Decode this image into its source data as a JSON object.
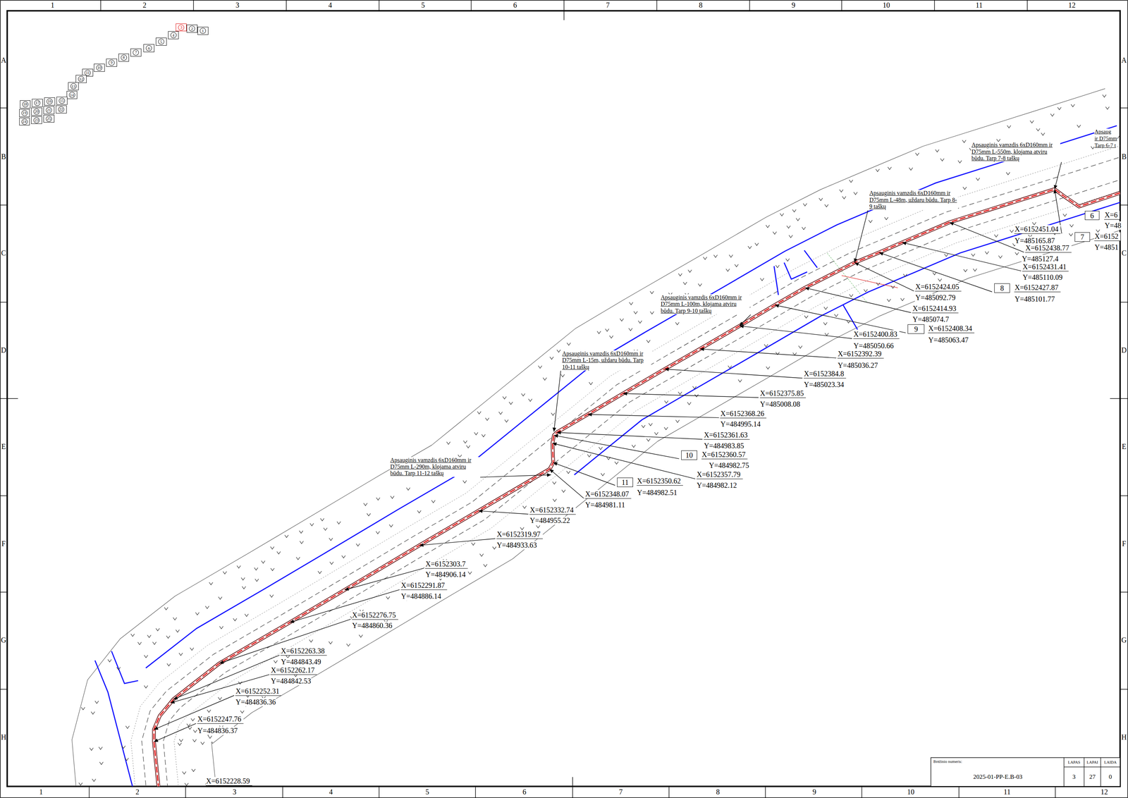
{
  "diagram": {
    "nodes": [
      {
        "text": [
          "1"
        ]
      },
      {
        "text": [
          "2"
        ]
      },
      {
        "text": [
          "3"
        ]
      },
      {
        "text": [
          "4"
        ]
      },
      {
        "text": [
          "5"
        ]
      },
      {
        "text": [
          "6"
        ]
      },
      {
        "text": [
          "7"
        ]
      },
      {
        "text": [
          "8"
        ]
      },
      {
        "text": [
          "9"
        ]
      },
      {
        "text": [
          "10"
        ]
      },
      {
        "text": [
          "11"
        ]
      },
      {
        "text": [
          "12"
        ]
      },
      {
        "text": [
          "13"
        ]
      },
      {
        "text": [
          "14"
        ]
      },
      {
        "text": [
          "15"
        ]
      },
      {
        "text": [
          "16"
        ]
      },
      {
        "text": [
          "17"
        ]
      },
      {
        "text": [
          "18"
        ]
      },
      {
        "text": [
          "19"
        ]
      },
      {
        "text": [
          "20"
        ]
      },
      {
        "text": [
          "21"
        ]
      },
      {
        "text": [
          "22"
        ]
      },
      {
        "text": [
          "23"
        ]
      },
      {
        "text": [
          "24"
        ]
      },
      {
        "text": [
          "25"
        ]
      },
      {
        "text": [
          "6"
        ]
      },
      {
        "text": [
          "7"
        ]
      },
      {
        "text": [
          "8"
        ]
      },
      {
        "text": [
          "9"
        ]
      },
      {
        "text": [
          "10"
        ]
      },
      {
        "text": [
          "11"
        ]
      }
    ],
    "labels": [
      "1",
      "2",
      "3",
      "4",
      "5",
      "6",
      "7",
      "8",
      "9",
      "10",
      "11",
      "12",
      "A",
      "B",
      "C",
      "D",
      "E",
      "F",
      "G",
      "H",
      "A",
      "B",
      "C",
      "D",
      "E",
      "F",
      "G",
      "H",
      "1",
      "2",
      "3",
      "4",
      "5",
      "6",
      "7",
      "8",
      "9",
      "10",
      "11",
      "12",
      "Brėžinio numeris:",
      "2025-01-PP-E.B-03",
      "LAPAS",
      "LAPAI",
      "LAIDA",
      "3",
      "27",
      "0",
      "Apsauginis vamzdis 6xD160mm ir D75mm L-550m, klojama atviru būdu. Tarp 7-8 taškų",
      "Apsauginis vamzdis 6xD160mm ir D75mm L-48m, uždaru būdu. Tarp 8-9 taškų",
      "Apsauginis vamzdis 6xD160mm ir D75mm L-100m, klojama atviru būdu. Tarp 9-10 taškų",
      "Apsauginis vamzdis 6xD160mm ir D75mm L-15m, uždaru būdu. Tarp 10-11 taškų",
      "Apsauginis vamzdis 6xD160mm ir D75mm L-290m, klojama atviru būdu. Tarp 11-12 taškų",
      "Apsaug",
      "ir D75mm",
      "Tarp 6-7 t",
      "X=6",
      "Y=48",
      "X=6152451.04",
      "Y=485165.87",
      "X=6152",
      "Y=4851",
      "X=6152438.77",
      "Y=485127.4",
      "X=6152431.41",
      "Y=485110.09",
      "X=6152424.05",
      "X=6152427.87",
      "Y=485092.79",
      "Y=485101.77",
      "X=6152414.93",
      "Y=485074.7",
      "X=6152408.34",
      "X=6152400.83",
      "Y=485063.47",
      "Y=485050.66",
      "X=6152392.39",
      "Y=485036.27",
      "X=6152384.8",
      "Y=485023.34",
      "X=6152375.85",
      "Y=485008.08",
      "X=6152368.26",
      "Y=484995.14",
      "X=6152361.63",
      "Y=484983.85",
      "X=6152360.57",
      "Y=484982.75",
      "X=6152357.79",
      "X=6152350.62",
      "Y=484982.12",
      "Y=484982.51",
      "X=6152348.07",
      "Y=484981.11",
      "X=6152332.74",
      "Y=484955.22",
      "X=6152319.97",
      "Y=484933.63",
      "X=6152303.7",
      "Y=484906.14",
      "X=6152291.87",
      "Y=484886.14",
      "X=6152276.75",
      "Y=484860.36",
      "X=6152263.38",
      "Y=484843.49",
      "X=6152262.17",
      "Y=484842.53",
      "X=6152252.31",
      "Y=484836.36",
      "X=6152247.76",
      "Y=484836.37",
      "X=6152228.59"
    ]
  }
}
